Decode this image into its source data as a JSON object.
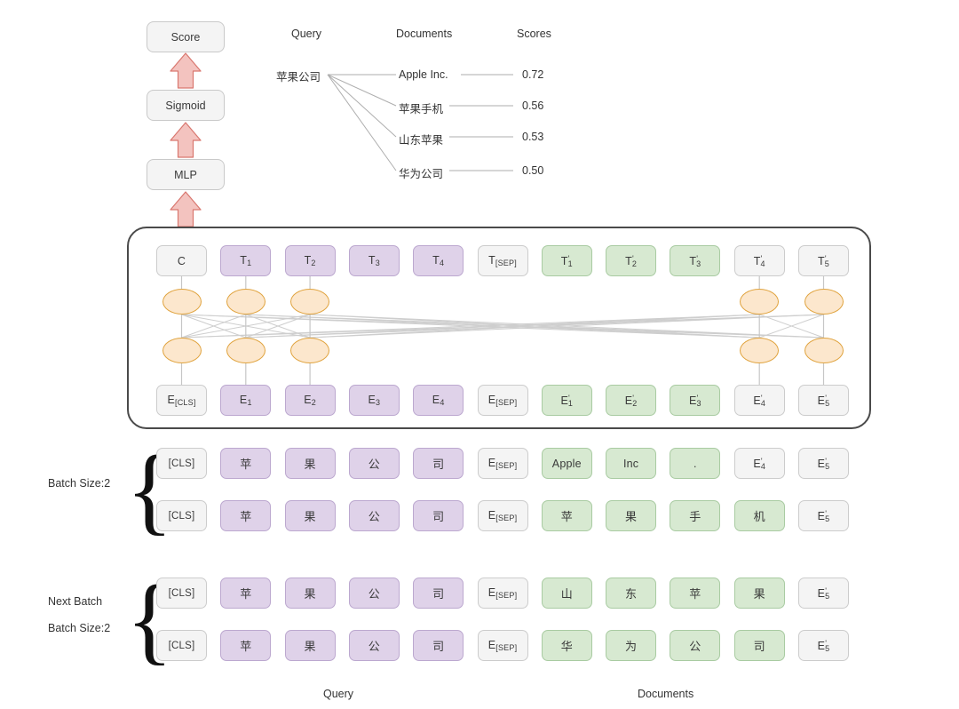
{
  "pipeline": {
    "boxes": [
      {
        "label": "Score"
      },
      {
        "label": "Sigmoid"
      },
      {
        "label": "MLP"
      }
    ]
  },
  "ranking": {
    "headers": {
      "query": "Query",
      "documents": "Documents",
      "scores": "Scores"
    },
    "query": "苹果公司",
    "rows": [
      {
        "document": "Apple Inc.",
        "score": "0.72"
      },
      {
        "document": "苹果手机",
        "score": "0.56"
      },
      {
        "document": "山东苹果",
        "score": "0.53"
      },
      {
        "document": "华为公司",
        "score": "0.50"
      }
    ]
  },
  "transformer": {
    "output_row": [
      {
        "main": "C",
        "sub": "",
        "prime": false,
        "color": "grey"
      },
      {
        "main": "T",
        "sub": "1",
        "prime": false,
        "color": "purple"
      },
      {
        "main": "T",
        "sub": "2",
        "prime": false,
        "color": "purple"
      },
      {
        "main": "T",
        "sub": "3",
        "prime": false,
        "color": "purple"
      },
      {
        "main": "T",
        "sub": "4",
        "prime": false,
        "color": "purple"
      },
      {
        "main": "T",
        "sub": "[SEP]",
        "prime": false,
        "color": "grey"
      },
      {
        "main": "T",
        "sub": "1",
        "prime": true,
        "color": "green"
      },
      {
        "main": "T",
        "sub": "2",
        "prime": true,
        "color": "green"
      },
      {
        "main": "T",
        "sub": "3",
        "prime": true,
        "color": "green"
      },
      {
        "main": "T",
        "sub": "4",
        "prime": true,
        "color": "grey"
      },
      {
        "main": "T",
        "sub": "5",
        "prime": true,
        "color": "grey"
      }
    ],
    "input_row": [
      {
        "main": "E",
        "sub": "[CLS]",
        "prime": false,
        "color": "grey"
      },
      {
        "main": "E",
        "sub": "1",
        "prime": false,
        "color": "purple"
      },
      {
        "main": "E",
        "sub": "2",
        "prime": false,
        "color": "purple"
      },
      {
        "main": "E",
        "sub": "3",
        "prime": false,
        "color": "purple"
      },
      {
        "main": "E",
        "sub": "4",
        "prime": false,
        "color": "purple"
      },
      {
        "main": "E",
        "sub": "[SEP]",
        "prime": false,
        "color": "grey"
      },
      {
        "main": "E",
        "sub": "1",
        "prime": true,
        "color": "green"
      },
      {
        "main": "E",
        "sub": "2",
        "prime": true,
        "color": "green"
      },
      {
        "main": "E",
        "sub": "3",
        "prime": true,
        "color": "green"
      },
      {
        "main": "E",
        "sub": "4",
        "prime": true,
        "color": "grey"
      },
      {
        "main": "E",
        "sub": "5",
        "prime": true,
        "color": "grey"
      }
    ],
    "active_columns": [
      0,
      1,
      2,
      9,
      10
    ]
  },
  "batches": [
    {
      "labels": [
        "Batch Size:2"
      ],
      "rows": [
        [
          {
            "text": "[CLS]",
            "color": "grey"
          },
          {
            "text": "苹",
            "color": "purple"
          },
          {
            "text": "果",
            "color": "purple"
          },
          {
            "text": "公",
            "color": "purple"
          },
          {
            "text": "司",
            "color": "purple"
          },
          {
            "main": "E",
            "sub": "[SEP]",
            "color": "grey"
          },
          {
            "text": "Apple",
            "color": "green"
          },
          {
            "text": "Inc",
            "color": "green"
          },
          {
            "text": ".",
            "color": "green"
          },
          {
            "main": "E",
            "sub": "4",
            "prime": true,
            "color": "grey"
          },
          {
            "main": "E",
            "sub": "5",
            "prime": true,
            "color": "grey"
          }
        ],
        [
          {
            "text": "[CLS]",
            "color": "grey"
          },
          {
            "text": "苹",
            "color": "purple"
          },
          {
            "text": "果",
            "color": "purple"
          },
          {
            "text": "公",
            "color": "purple"
          },
          {
            "text": "司",
            "color": "purple"
          },
          {
            "main": "E",
            "sub": "[SEP]",
            "color": "grey"
          },
          {
            "text": "苹",
            "color": "green"
          },
          {
            "text": "果",
            "color": "green"
          },
          {
            "text": "手",
            "color": "green"
          },
          {
            "text": "机",
            "color": "green"
          },
          {
            "main": "E",
            "sub": "5",
            "prime": true,
            "color": "grey"
          }
        ]
      ]
    },
    {
      "labels": [
        "Next Batch",
        "Batch Size:2"
      ],
      "rows": [
        [
          {
            "text": "[CLS]",
            "color": "grey"
          },
          {
            "text": "苹",
            "color": "purple"
          },
          {
            "text": "果",
            "color": "purple"
          },
          {
            "text": "公",
            "color": "purple"
          },
          {
            "text": "司",
            "color": "purple"
          },
          {
            "main": "E",
            "sub": "[SEP]",
            "color": "grey"
          },
          {
            "text": "山",
            "color": "green"
          },
          {
            "text": "东",
            "color": "green"
          },
          {
            "text": "苹",
            "color": "green"
          },
          {
            "text": "果",
            "color": "green"
          },
          {
            "main": "E",
            "sub": "5",
            "prime": true,
            "color": "grey"
          }
        ],
        [
          {
            "text": "[CLS]",
            "color": "grey"
          },
          {
            "text": "苹",
            "color": "purple"
          },
          {
            "text": "果",
            "color": "purple"
          },
          {
            "text": "公",
            "color": "purple"
          },
          {
            "text": "司",
            "color": "purple"
          },
          {
            "main": "E",
            "sub": "[SEP]",
            "color": "grey"
          },
          {
            "text": "华",
            "color": "green"
          },
          {
            "text": "为",
            "color": "green"
          },
          {
            "text": "公",
            "color": "green"
          },
          {
            "text": "司",
            "color": "green"
          },
          {
            "main": "E",
            "sub": "5",
            "prime": true,
            "color": "grey"
          }
        ]
      ]
    }
  ],
  "footer": {
    "query": "Query",
    "documents": "Documents"
  },
  "colors": {
    "purple_fill": "#dfd2e9",
    "purple_border": "#bca8cf",
    "green_fill": "#d7e9d1",
    "green_border": "#a9cba2",
    "grey_fill": "#f4f4f4",
    "grey_border": "#cccccc",
    "node_fill": "#fce7cd",
    "node_border": "#e0a33e",
    "arrow_fill": "#f3c3bf",
    "arrow_border": "#d9776f",
    "container_border": "#4a4a4a",
    "link": "#b0b0b0"
  }
}
